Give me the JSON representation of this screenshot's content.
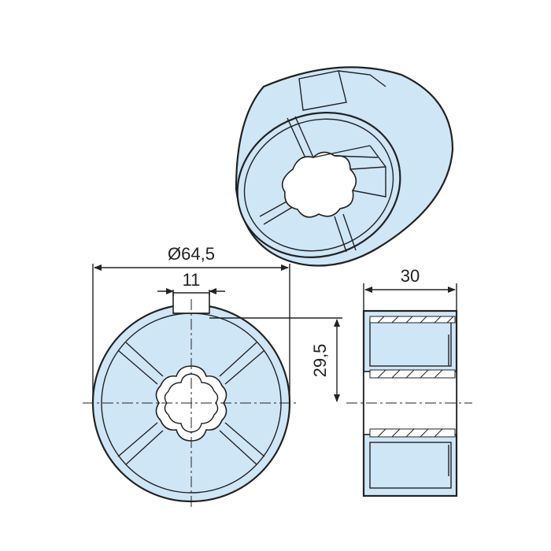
{
  "dimensions": {
    "diameter": "Ø64,5",
    "slot_width": "11",
    "height_to_slot": "29,5",
    "width": "30"
  },
  "colors": {
    "part_fill": "#cfe6f7",
    "line": "#222222"
  }
}
